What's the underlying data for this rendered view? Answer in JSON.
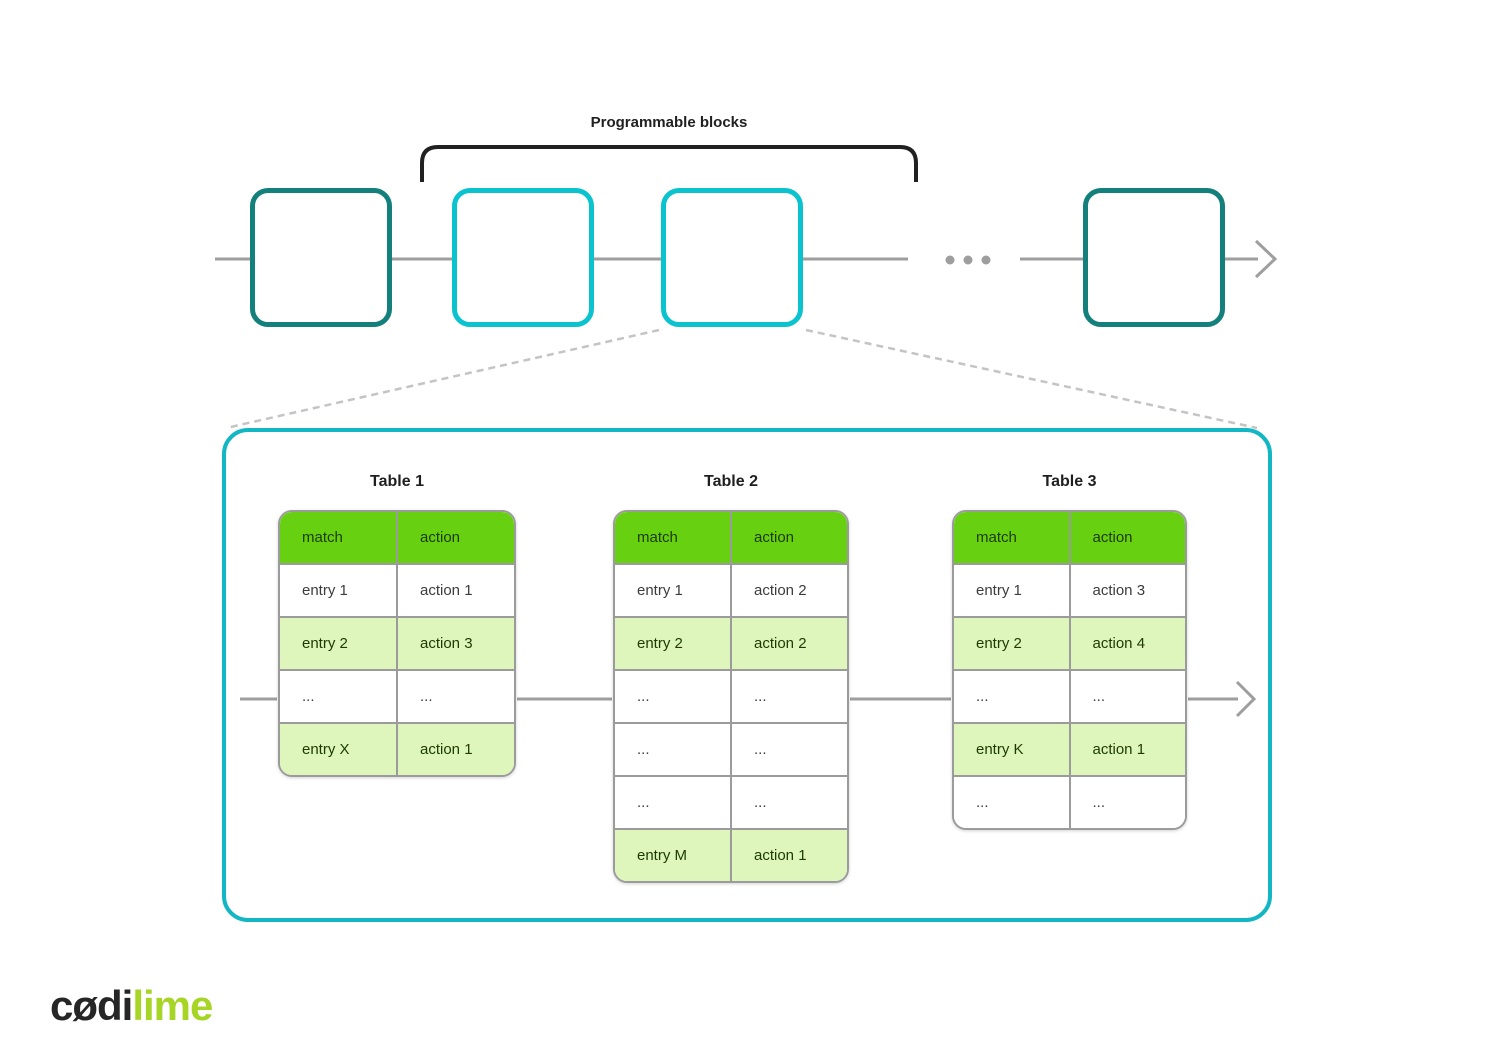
{
  "pipeline": {
    "bracket_label": "Programmable blocks"
  },
  "detail": {
    "tables": [
      {
        "title": "Table 1",
        "columns": [
          "match",
          "action"
        ],
        "rows": [
          [
            "entry 1",
            "action 1"
          ],
          [
            "entry 2",
            "action 3"
          ],
          [
            "...",
            "..."
          ],
          [
            "entry X",
            "action 1"
          ]
        ]
      },
      {
        "title": "Table 2",
        "columns": [
          "match",
          "action"
        ],
        "rows": [
          [
            "entry 1",
            "action 2"
          ],
          [
            "entry 2",
            "action 2"
          ],
          [
            "...",
            "..."
          ],
          [
            "...",
            "..."
          ],
          [
            "...",
            "..."
          ],
          [
            "entry M",
            "action 1"
          ]
        ]
      },
      {
        "title": "Table 3",
        "columns": [
          "match",
          "action"
        ],
        "rows": [
          [
            "entry 1",
            "action 3"
          ],
          [
            "entry 2",
            "action 4"
          ],
          [
            "...",
            "..."
          ],
          [
            "entry K",
            "action 1"
          ],
          [
            "...",
            "..."
          ]
        ]
      }
    ]
  },
  "branding": {
    "logo_dark": "cødi",
    "logo_accent": "lime"
  },
  "colors": {
    "teal_dark": "#14807c",
    "cyan_bright": "#0bc3ce",
    "panel_border": "#12b7c3",
    "header_green": "#67d111",
    "row_green": "#def5bc",
    "line_gray": "#9e9e9e",
    "dash_gray": "#c4c4c4",
    "bracket_black": "#212121",
    "table_border": "#9b9b9b",
    "logo_lime": "#a6d526"
  }
}
